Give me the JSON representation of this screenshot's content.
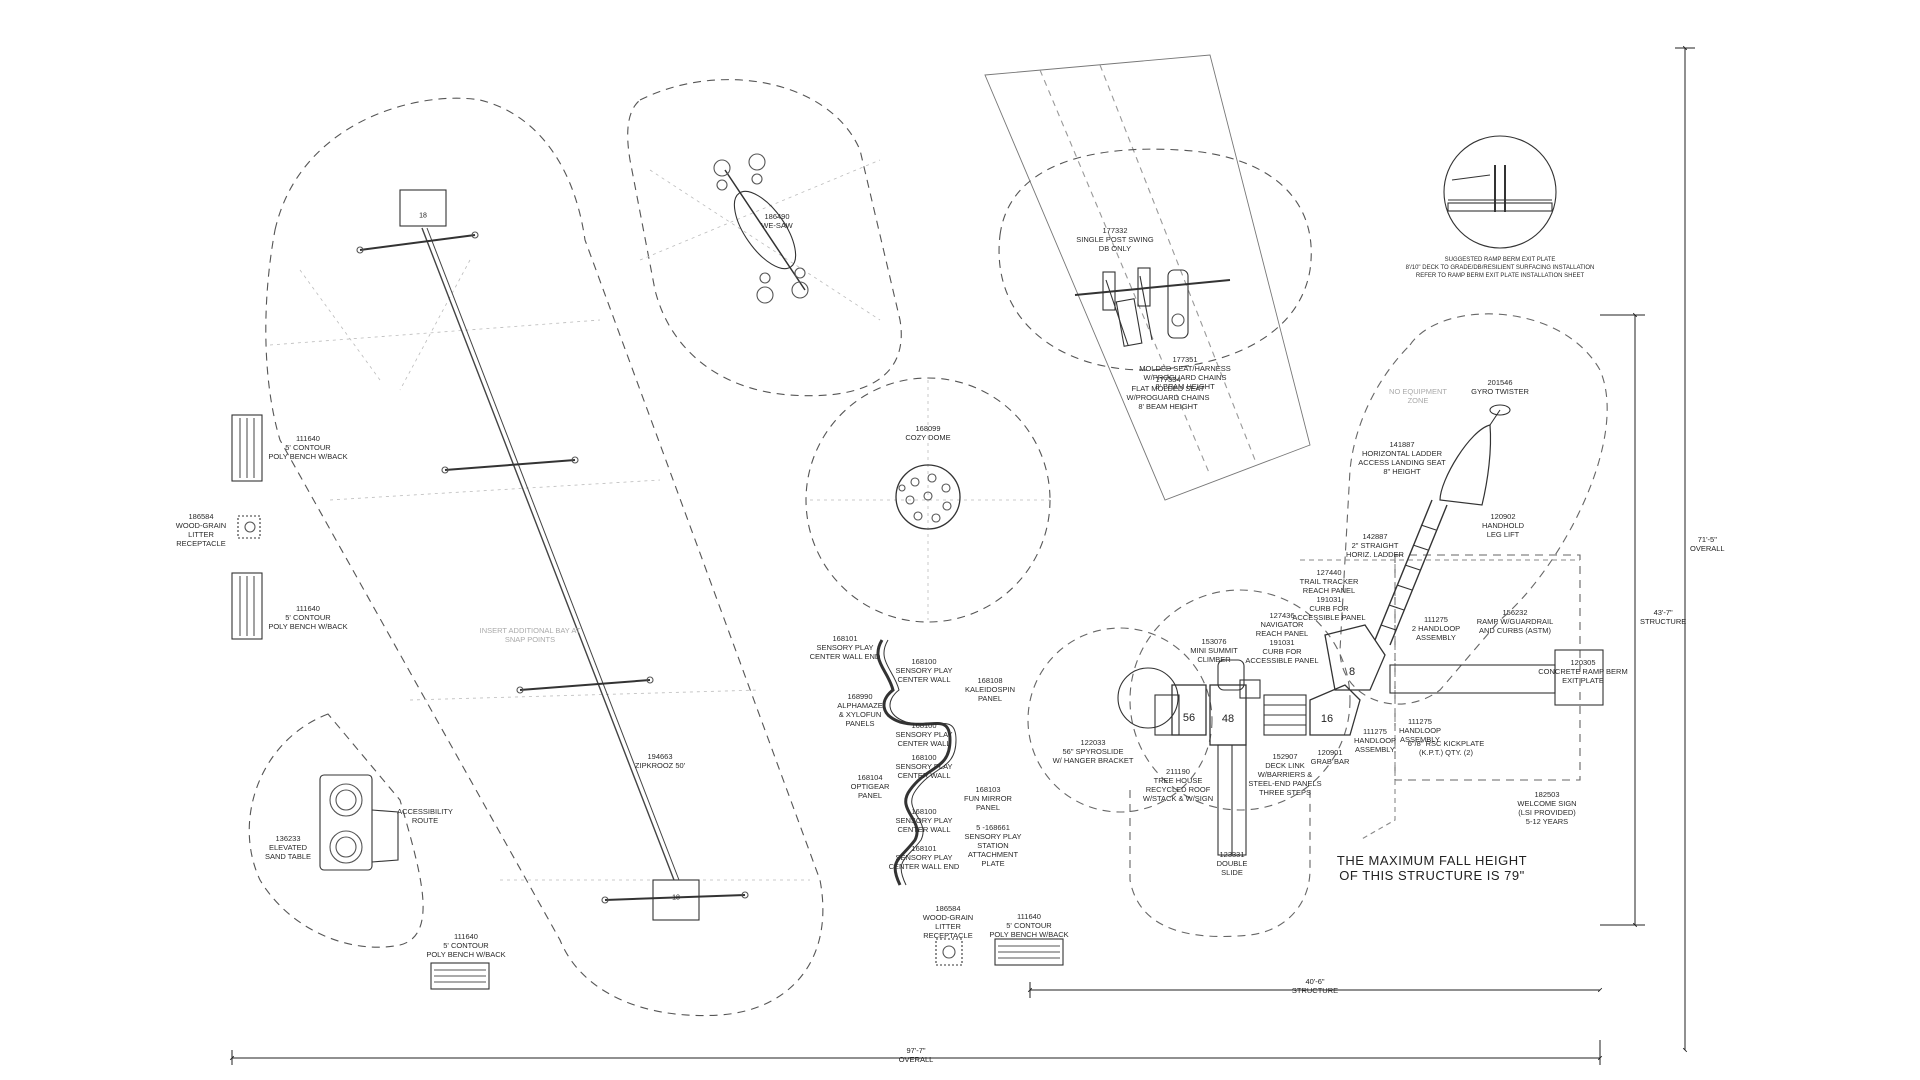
{
  "labels": {
    "zipkrooz": [
      "194663",
      "ZIPKROOZ 50'"
    ],
    "insert_bay": [
      "INSERT ADDITIONAL BAY AT",
      "SNAP POINTS"
    ],
    "bench_1": [
      "111640",
      "5' CONTOUR",
      "POLY BENCH W/BACK"
    ],
    "litter_1": [
      "186584",
      "WOOD-GRAIN",
      "LITTER",
      "RECEPTACLE"
    ],
    "bench_2": [
      "111640",
      "5' CONTOUR",
      "POLY BENCH W/BACK"
    ],
    "sand_table": [
      "136233",
      "ELEVATED",
      "SAND TABLE"
    ],
    "accessibility": [
      "ACCESSIBILITY",
      "ROUTE"
    ],
    "bench_3": [
      "111640",
      "5' CONTOUR",
      "POLY BENCH W/BACK"
    ],
    "we_saw": [
      "186490",
      "WE-SAW"
    ],
    "cozy_dome": [
      "168099",
      "COZY DOME"
    ],
    "swing": [
      "177332",
      "SINGLE POST SWING",
      "DB ONLY"
    ],
    "molded_seat": [
      "177351",
      "MOLDED SEAT/HARNESS",
      "W/PROGUARD CHAINS",
      "8' BEAM HEIGHT"
    ],
    "flat_seat": [
      "177334",
      "FLAT MOLDED SEAT",
      "W/PROGUARD CHAINS",
      "8' BEAM HEIGHT"
    ],
    "sensory_1": [
      "168101",
      "SENSORY PLAY",
      "CENTER WALL END"
    ],
    "sensory_2": [
      "168100",
      "SENSORY PLAY",
      "CENTER WALL"
    ],
    "kaleidospin": [
      "168108",
      "KALEIDOSPIN",
      "PANEL"
    ],
    "alphamaze": [
      "168990",
      "ALPHAMAZE",
      "& XYLOFUN",
      "PANELS"
    ],
    "sensory_3": [
      "168100",
      "SENSORY PLAY",
      "CENTER WALL"
    ],
    "sensory_4": [
      "168100",
      "SENSORY PLAY",
      "CENTER WALL"
    ],
    "optigear": [
      "168104",
      "OPTIGEAR",
      "PANEL"
    ],
    "fun_mirror": [
      "168103",
      "FUN MIRROR",
      "PANEL"
    ],
    "sensory_5": [
      "168100",
      "SENSORY PLAY",
      "CENTER WALL"
    ],
    "station_plate": [
      "5 -168661",
      "SENSORY PLAY",
      "STATION",
      "ATTACHMENT",
      "PLATE"
    ],
    "sensory_6": [
      "168101",
      "SENSORY PLAY",
      "CENTER WALL END"
    ],
    "litter_2": [
      "186584",
      "WOOD-GRAIN",
      "LITTER",
      "RECEPTACLE"
    ],
    "bench_4": [
      "111640",
      "5' CONTOUR",
      "POLY BENCH W/BACK"
    ],
    "no_equipment": [
      "NO EQUIPMENT",
      "ZONE"
    ],
    "gyro": [
      "201546",
      "GYRO TWISTER"
    ],
    "horiz_ladder": [
      "141887",
      "HORIZONTAL LADDER",
      "ACCESS LANDING SEAT",
      "8\" HEIGHT"
    ],
    "handhold": [
      "120902",
      "HANDHOLD",
      "LEG LIFT"
    ],
    "straight_ladder": [
      "142887",
      "2\" STRAIGHT",
      "HORIZ. LADDER"
    ],
    "trail_tracker": [
      "127440",
      "TRAIL TRACKER",
      "REACH PANEL",
      "191031",
      "CURB FOR",
      "ACCESSIBLE PANEL"
    ],
    "navigator": [
      "127436",
      "NAVIGATOR",
      "REACH PANEL",
      "191031",
      "CURB FOR",
      "ACCESSIBLE PANEL"
    ],
    "summit": [
      "153076",
      "MINI SUMMIT",
      "CLIMBER"
    ],
    "handloop_1": [
      "111275",
      "2 HANDLOOP",
      "ASSEMBLY"
    ],
    "ramp": [
      "156232",
      "RAMP W/GUARDRAIL",
      "AND CURBS (ASTM)"
    ],
    "concrete_berm": [
      "120305",
      "CONCRETE RAMP BERM",
      "EXIT PLATE"
    ],
    "handloop_2": [
      "111275",
      "HANDLOOP",
      "ASSEMBLY"
    ],
    "handloop_3": [
      "111275",
      "HANDLOOP",
      "ASSEMBLY"
    ],
    "kickplate": [
      "6\"/8\" RSC KICKPLATE",
      "(K.P.T.) QTY. (2)"
    ],
    "spyroslide": [
      "122033",
      "56\" SPYROSLIDE",
      "W/ HANGER BRACKET"
    ],
    "grab_bar": [
      "120901",
      "GRAB BAR"
    ],
    "deck_link": [
      "152907",
      "DECK LINK",
      "W/BARRIERS &",
      "STEEL-END PANELS",
      "THREE STEPS"
    ],
    "tree_house": [
      "211190",
      "TREE HOUSE",
      "RECYCLED ROOF",
      "W/STACK & W/SIGN"
    ],
    "double_slide": [
      "123331",
      "DOUBLE",
      "SLIDE"
    ],
    "welcome_sign": [
      "182503",
      "WELCOME SIGN",
      "(LSI PROVIDED)",
      "5-12 YEARS"
    ],
    "berm_detail": [
      "SUGGESTED RAMP BERM EXIT PLATE",
      "8'/10\" DECK TO GRADE/DB/RESILIENT SURFACING INSTALLATION",
      "REFER TO RAMP BERM EXIT PLATE INSTALLATION SHEET"
    ]
  },
  "fall_height": [
    "THE MAXIMUM FALL HEIGHT",
    "OF THIS STRUCTURE IS 79\""
  ],
  "deck_heights": {
    "d56": "56",
    "d48": "48",
    "d16": "16",
    "d8": "8",
    "zip_top": "18",
    "zip_bottom": "18"
  },
  "dimensions": {
    "overall_width": [
      "97'-7\"",
      "OVERALL"
    ],
    "structure_width": [
      "40'-6\"",
      "STRUCTURE"
    ],
    "overall_height": [
      "71'-5\"",
      "OVERALL"
    ],
    "structure_height": [
      "43'-7\"",
      "STRUCTURE"
    ]
  }
}
